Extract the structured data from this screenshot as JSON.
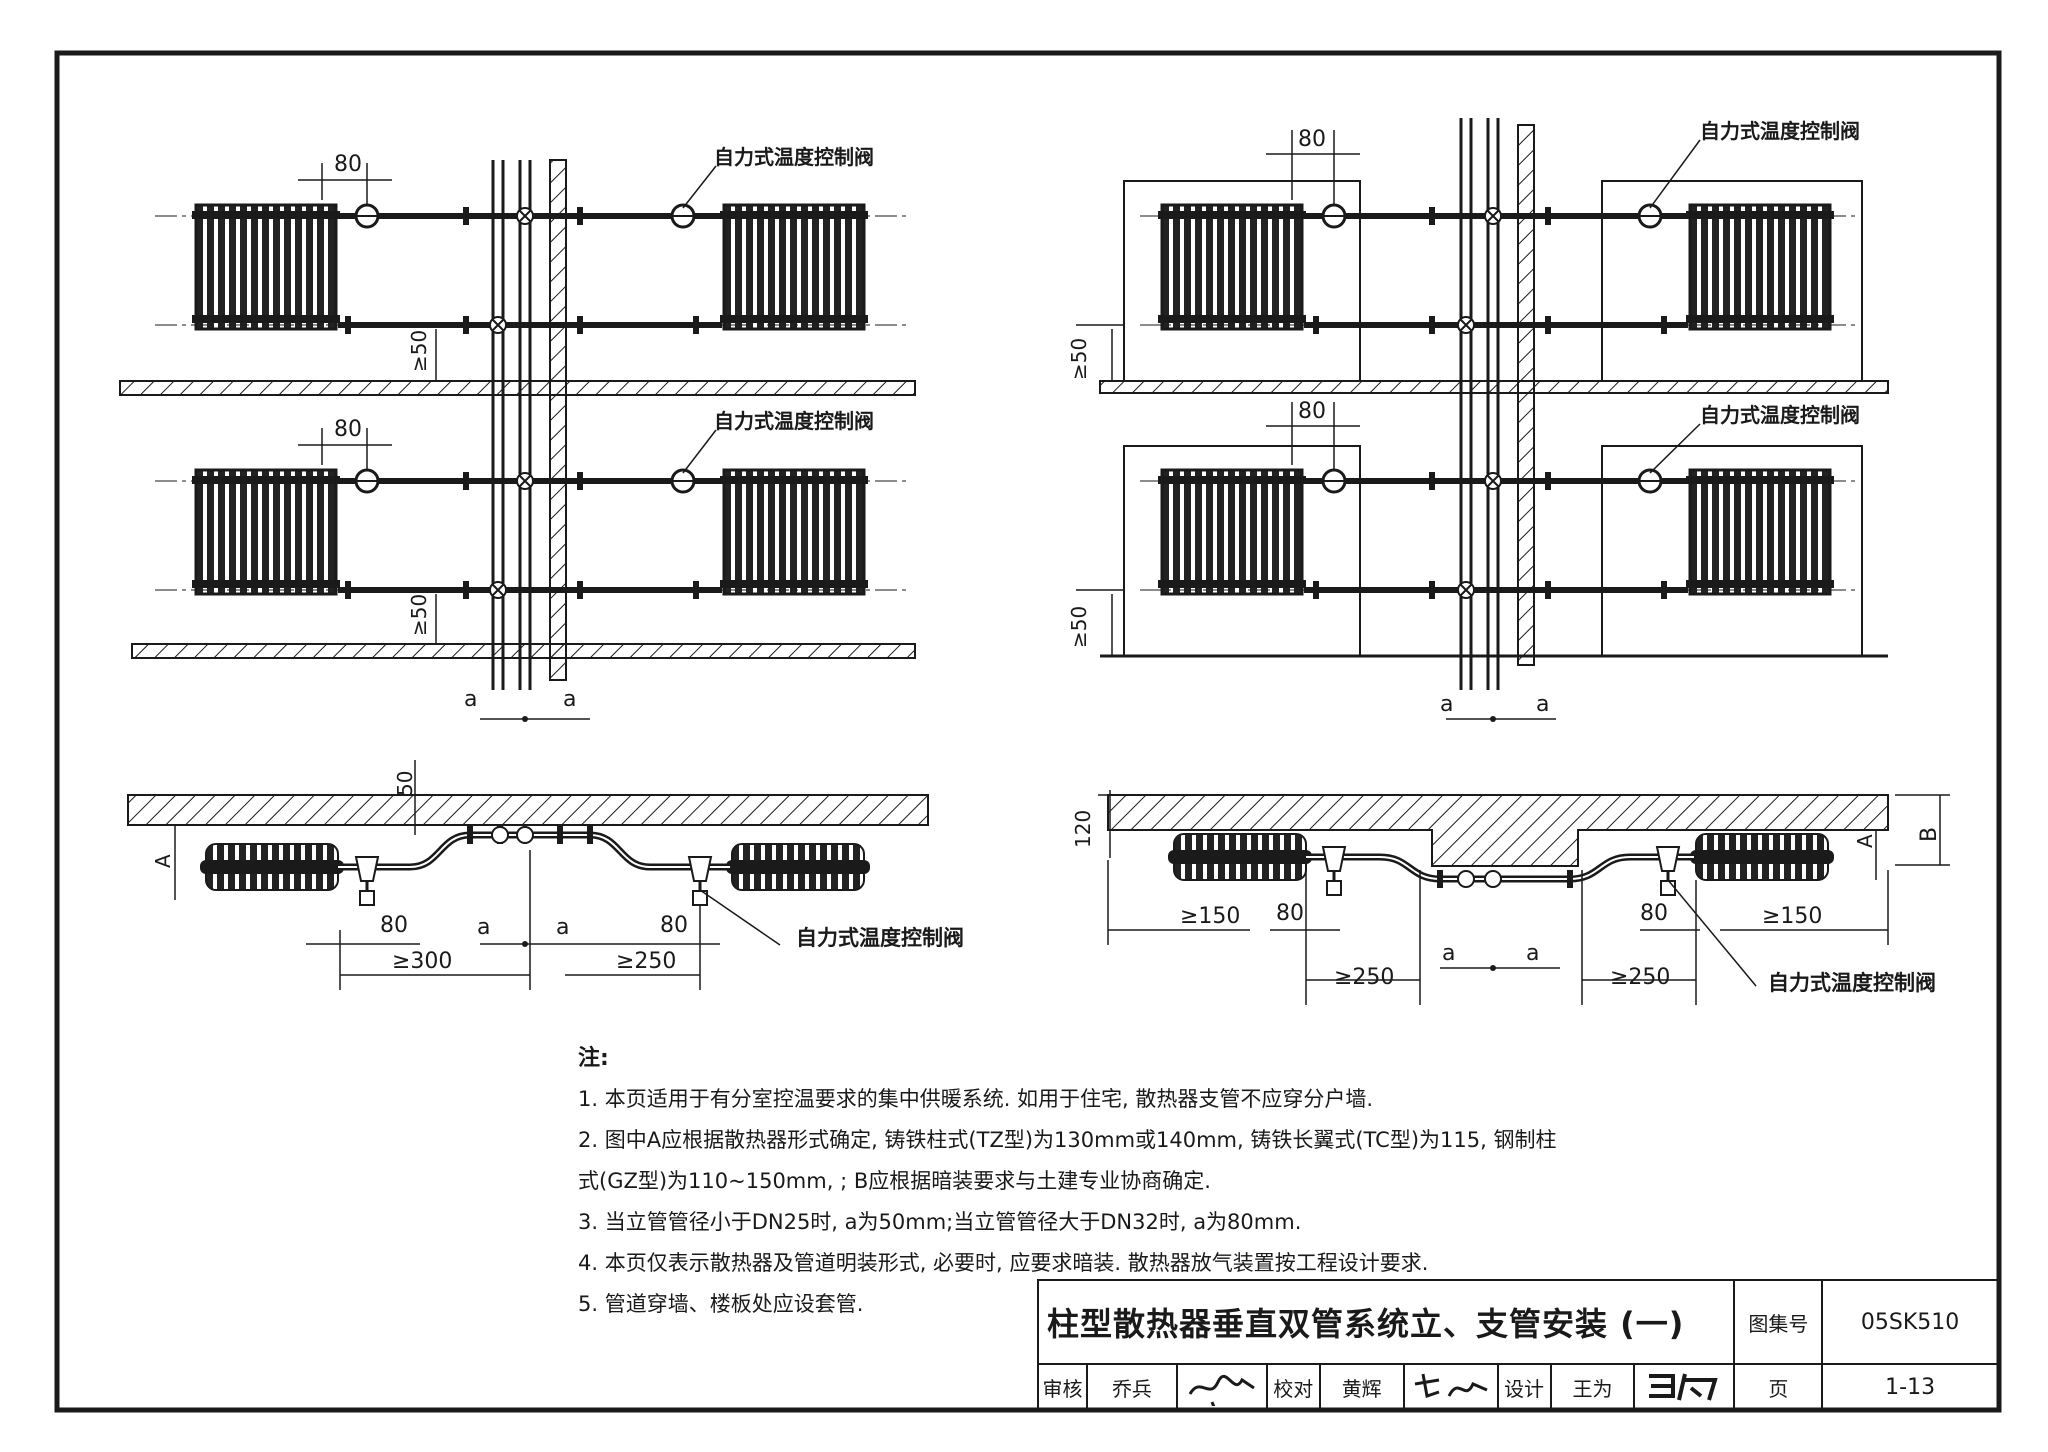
{
  "drawing": {
    "valve_label": "自力式温度控制阀",
    "dim_80": "80",
    "dim_ge50": "≥50",
    "dim_a": "a",
    "dim_50": "50",
    "dim_A": "A",
    "dim_B": "B",
    "dim_120": "120",
    "dim_ge300": "≥300",
    "dim_ge250": "≥250",
    "dim_ge150": "≥150"
  },
  "notes": {
    "heading": "注:",
    "items": [
      "1. 本页适用于有分室控温要求的集中供暖系统. 如用于住宅, 散热器支管不应穿分户墙.",
      "2. 图中A应根据散热器形式确定, 铸铁柱式(TZ型)为130mm或140mm, 铸铁长翼式(TC型)为115, 钢制柱",
      "式(GZ型)为110~150mm, ; B应根据暗装要求与土建专业协商确定.",
      "3. 当立管管径小于DN25时, a为50mm;当立管管径大于DN32时, a为80mm.",
      "4. 本页仅表示散热器及管道明装形式, 必要时, 应要求暗装. 散热器放气装置按工程设计要求.",
      "5. 管道穿墙、楼板处应设套管."
    ]
  },
  "title_block": {
    "title": "柱型散热器垂直双管系统立、支管安装 (一)",
    "atlas_label": "图集号",
    "atlas_no": "05SK510",
    "review_label": "审核",
    "reviewer": "乔兵",
    "check_label": "校对",
    "checker": "黄辉",
    "design_label": "设计",
    "designer": "王为",
    "page_label": "页",
    "page_no": "1-13"
  }
}
